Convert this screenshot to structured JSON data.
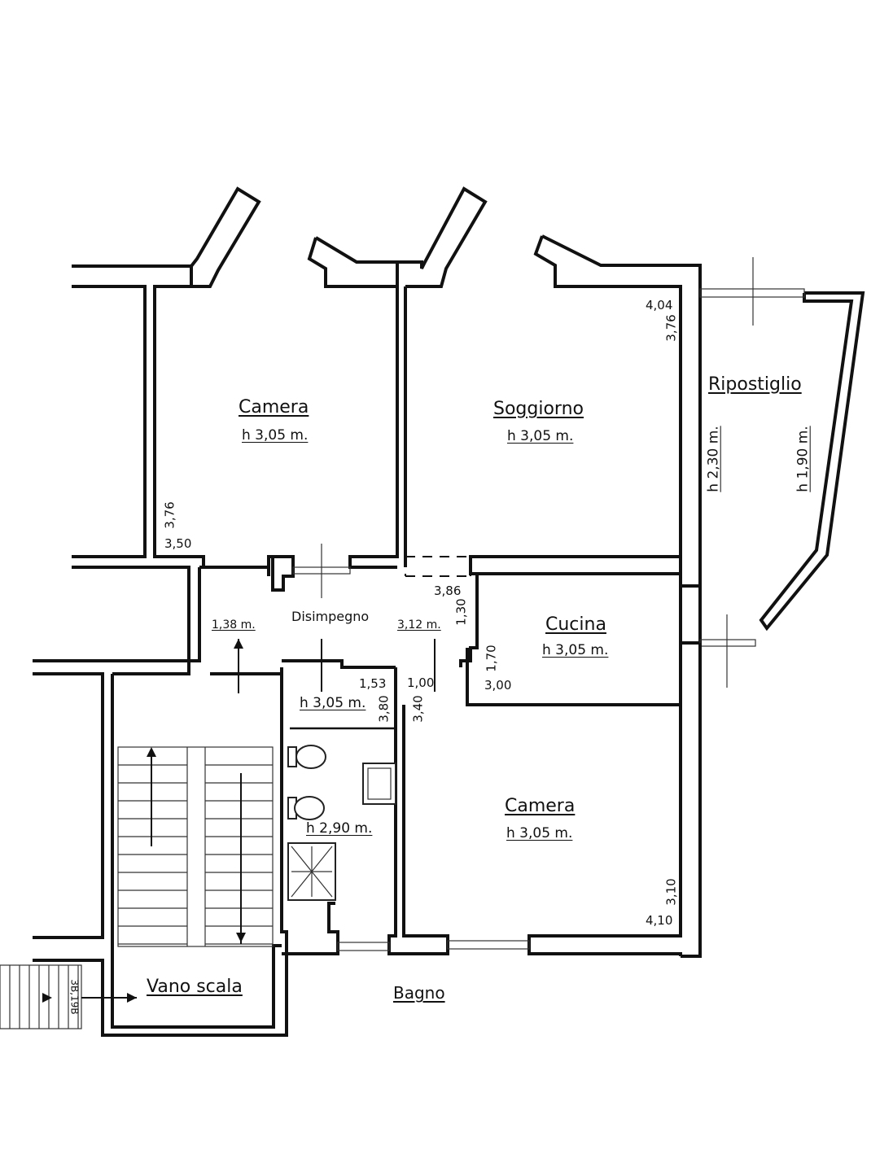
{
  "rooms": {
    "camera_top": {
      "name": "Camera",
      "height": "h 3,05 m."
    },
    "soggiorno": {
      "name": "Soggiorno",
      "height": "h 3,05 m."
    },
    "ripostiglio": {
      "name": "Ripostiglio",
      "height_left": "h 2,30 m.",
      "height_right": "h 1,90 m."
    },
    "disimpegno": {
      "name": "Disimpegno"
    },
    "cucina": {
      "name": "Cucina",
      "height": "h 3,05 m."
    },
    "bagno": {
      "name": "Bagno",
      "height": "h 3,05 m.",
      "height_low": "h 2,90 m."
    },
    "camera_bottom": {
      "name": "Camera",
      "height": "h 3,05 m."
    },
    "vano_scala": {
      "name": "Vano scala"
    }
  },
  "dimensions": {
    "camera_top_a": "3,76",
    "camera_top_b": "3,50",
    "soggiorno_a": "4,04",
    "soggiorno_b": "3,76",
    "disimpegno_left": "1,38 m.",
    "disimpegno_right": "3,12 m.",
    "disimpegno_a": "3,86",
    "disimpegno_b": "1,30",
    "bagno_a": "1,53",
    "bagno_b": "3,80",
    "camera_bottom_c": "1,00",
    "camera_bottom_d": "3,40",
    "cucina_a": "1,70",
    "cucina_b": "3,00",
    "camera_bottom_a": "3,10",
    "camera_bottom_b": "4,10",
    "stair_mark": "3B,19B"
  }
}
